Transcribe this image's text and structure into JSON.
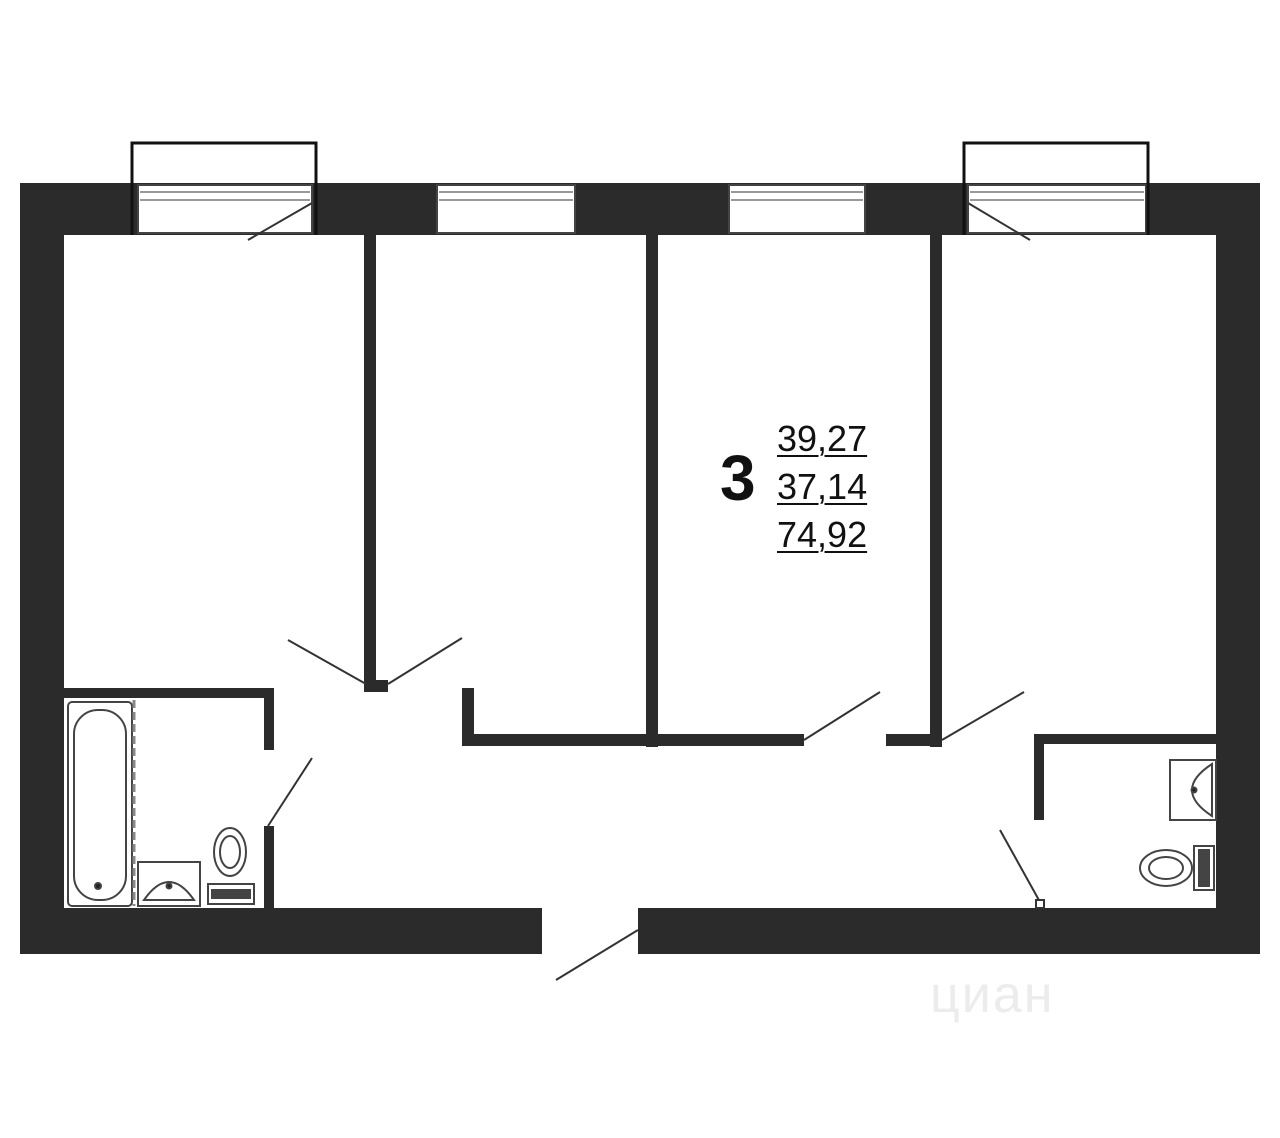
{
  "plan": {
    "rooms_count": "3",
    "areas": {
      "living": "39,27",
      "kitchen": "37,14",
      "total": "74,92"
    },
    "watermark": "циан"
  },
  "colors": {
    "wall": "#2b2b2b",
    "line": "#333333",
    "background": "#ffffff"
  }
}
